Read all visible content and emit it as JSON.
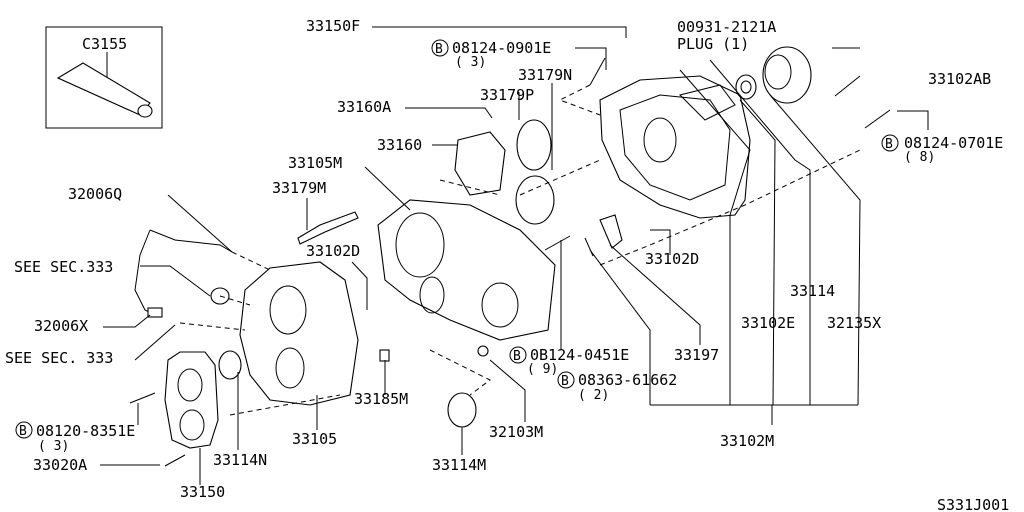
{
  "diagram": {
    "title_code": "S331J001",
    "inset": {
      "label": "C3155"
    },
    "bolt_marker": "B",
    "labels": {
      "p33150F": "33150F",
      "p08124_0901E": "08124-0901E",
      "p08124_0901E_qty": "( 3)",
      "p00931_2121A": "00931-2121A",
      "plug": "PLUG (1)",
      "p33102AB": "33102AB",
      "p08124_0701E": "08124-0701E",
      "p08124_0701E_qty": "( 8)",
      "p33179N": "33179N",
      "p33179P": "33179P",
      "p33160A": "33160A",
      "p33160": "33160",
      "p33105M": "33105M",
      "p33179M": "33179M",
      "p32006Q": "32006Q",
      "p33102D_left": "33102D",
      "p33102D_right": "33102D",
      "see_sec_1": "SEE SEC.333",
      "see_sec_2": "SEE SEC. 333",
      "p32006X": "32006X",
      "p08124_0451E": "0B124-0451E",
      "p08124_0451E_qty": "( 9)",
      "p08363_61662": "08363-61662",
      "p08363_61662_qty": "( 2)",
      "p33197": "33197",
      "p33114": "33114",
      "p33102E": "33102E",
      "p32135X": "32135X",
      "p33102M": "33102M",
      "p33185M": "33185M",
      "p32103M": "32103M",
      "p33114M": "33114M",
      "p33105": "33105",
      "p33114N": "33114N",
      "p08120_8351E": "08120-8351E",
      "p08120_8351E_qty": "( 3)",
      "p33020A": "33020A",
      "p33150": "33150"
    }
  }
}
